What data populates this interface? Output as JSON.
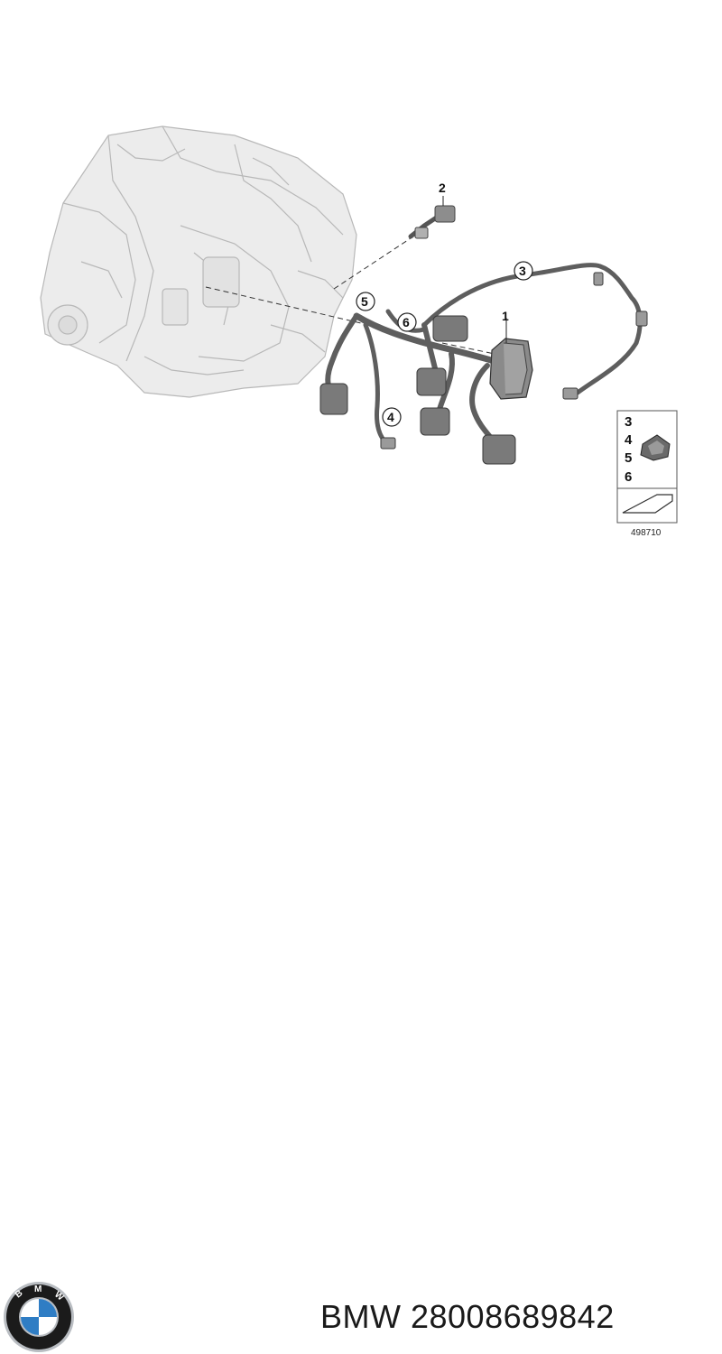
{
  "callouts": {
    "c1": "1",
    "c2": "2",
    "c3": "3",
    "c4": "4",
    "c5": "5",
    "c6": "6"
  },
  "legend": {
    "items": [
      "3",
      "4",
      "5",
      "6"
    ],
    "diagram_number": "498710"
  },
  "logo": {
    "lettering": "BMW",
    "colors": {
      "ring": "#1b1b1b",
      "blue": "#2f7dc4",
      "white": "#ffffff",
      "chrome": "#b9bdc2"
    }
  },
  "footer": {
    "brand": "BMW",
    "part_number": "28008689842",
    "text": "BMW 28008689842"
  }
}
